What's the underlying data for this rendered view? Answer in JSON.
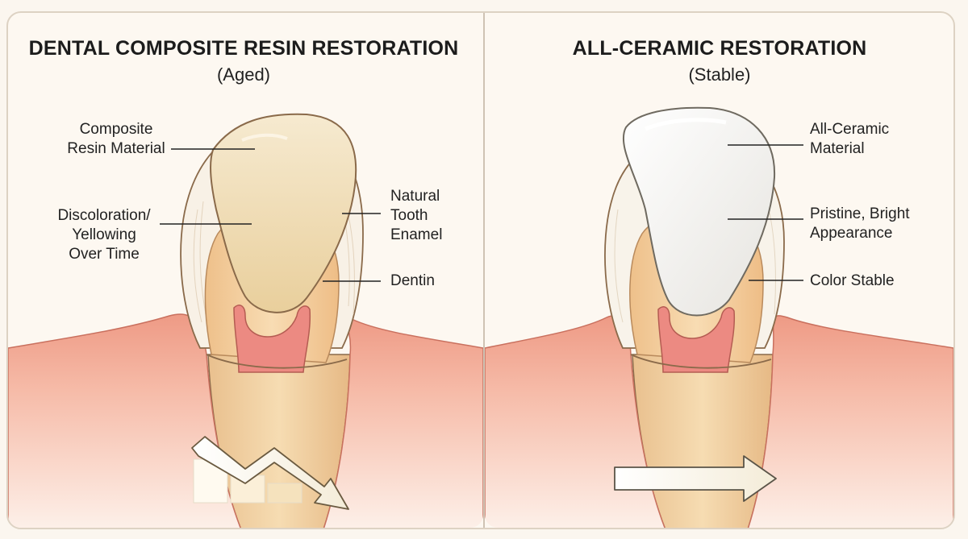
{
  "colors": {
    "gum": "#f2a58e",
    "gum_light": "#fbd9cc",
    "enamel": "#f7efe4",
    "dentin": "#f3cf9f",
    "pulp": "#ea8a80",
    "resin": "#f0dcaf",
    "ceramic": "#f2f1ee",
    "leader": "#222222"
  },
  "left_panel": {
    "title": "DENTAL COMPOSITE RESIN RESTORATION",
    "subtitle": "(Aged)",
    "labels": {
      "composite": "Composite\nResin Material",
      "discoloration": "Discoloration/\nYellowing\nOver Time",
      "enamel": "Natural\nTooth\nEnamel",
      "dentin": "Dentin"
    },
    "trend_icon": "declining-trend-arrow-icon"
  },
  "right_panel": {
    "title": "ALL-CERAMIC RESTORATION",
    "subtitle": "(Stable)",
    "labels": {
      "ceramic": "All-Ceramic\nMaterial",
      "pristine": "Pristine, Bright\nAppearance",
      "stable": "Color Stable"
    },
    "trend_icon": "stable-right-arrow-icon"
  }
}
